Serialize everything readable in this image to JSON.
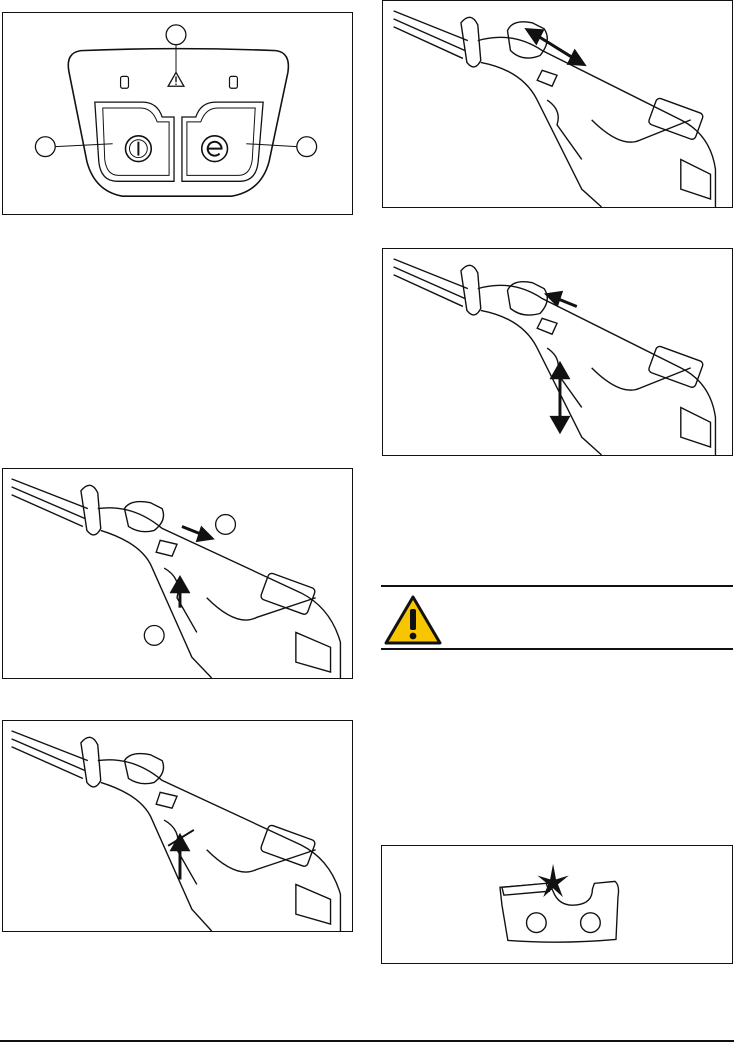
{
  "figures": [
    {
      "id": "control-panel",
      "icons": [
        "warning-icon",
        "power-icon",
        "eco-mode-icon"
      ]
    },
    {
      "id": "handle-slide-both-ways"
    },
    {
      "id": "handle-lock-and-trigger"
    },
    {
      "id": "handle-lock-release-trigger"
    },
    {
      "id": "handle-trigger-blocked"
    },
    {
      "id": "warning-box",
      "icon": "warning-triangle-icon",
      "color": "#f7c600"
    },
    {
      "id": "saw-chain-cutter"
    }
  ],
  "colors": {
    "line": "#111111",
    "warning": "#f7c600"
  }
}
